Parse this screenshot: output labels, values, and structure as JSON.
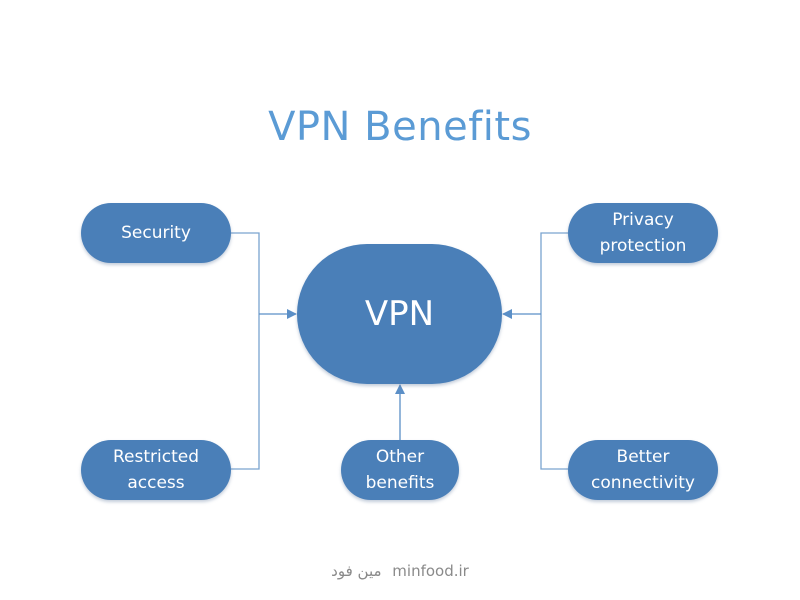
{
  "title": "VPN Benefits",
  "colors": {
    "title": "#5b9bd5",
    "node_fill": "#4a7fb8",
    "node_text": "#ffffff",
    "connector": "#5b8fc7"
  },
  "center_node": {
    "label": "VPN"
  },
  "nodes": {
    "security": {
      "line1": "Security",
      "line2": ""
    },
    "privacy": {
      "line1": "Privacy",
      "line2": "protection"
    },
    "restricted": {
      "line1": "Restricted",
      "line2": "access"
    },
    "other": {
      "line1": "Other",
      "line2": "benefits"
    },
    "connectivity": {
      "line1": "Better",
      "line2": "connectivity"
    }
  },
  "footer": {
    "site": "minfood.ir",
    "persian": "مین فود"
  }
}
